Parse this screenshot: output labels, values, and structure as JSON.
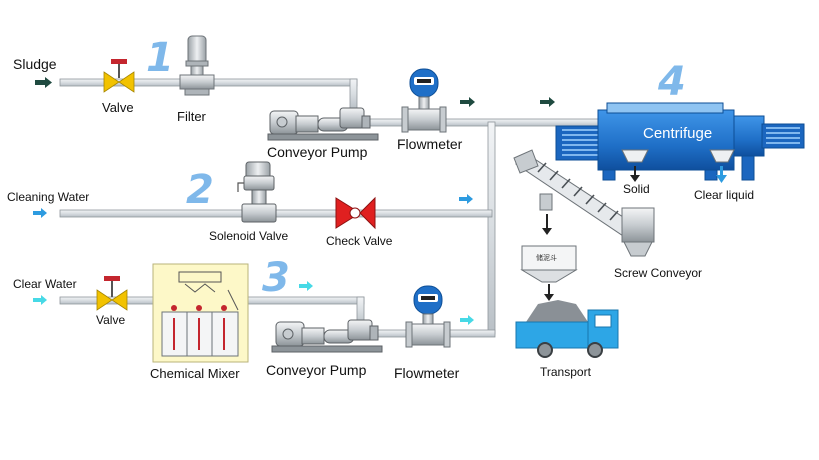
{
  "diagram": {
    "step_numbers": [
      "1",
      "2",
      "3",
      "4"
    ],
    "labels": {
      "sludge": "Sludge",
      "valve_top": "Valve",
      "filter": "Filter",
      "conveyor_pump_top": "Conveyor Pump",
      "flowmeter_top": "Flowmeter",
      "centrifuge": "Centrifuge",
      "solid": "Solid",
      "clear_liquid": "Clear liquid",
      "cleaning_water": "Cleaning Water",
      "solenoid_valve": "Solenoid Valve",
      "check_valve": "Check Valve",
      "screw_conveyor": "Screw Conveyor",
      "hopper_text": "储泥斗",
      "clear_water": "Clear Water",
      "valve_bottom": "Valve",
      "chemical_mixer": "Chemical Mixer",
      "conveyor_pump_bottom": "Conveyor Pump",
      "flowmeter_bottom": "Flowmeter",
      "transport": "Transport"
    },
    "colors": {
      "pipe": "#dde2e6",
      "pipe_edge": "#8f969c",
      "equipment_blue": "#2b7cd3",
      "equipment_dark": "#0d5bb0",
      "valve_yellow": "#f2c200",
      "valve_red": "#c4262e",
      "check_valve_red": "#e02020",
      "step_number": "#7fb8ea",
      "arrow_dark": "#1f4a40",
      "arrow_blue": "#2d9be0",
      "arrow_cyan": "#47d9e6",
      "mixer_bg": "#fdf8c8"
    }
  }
}
